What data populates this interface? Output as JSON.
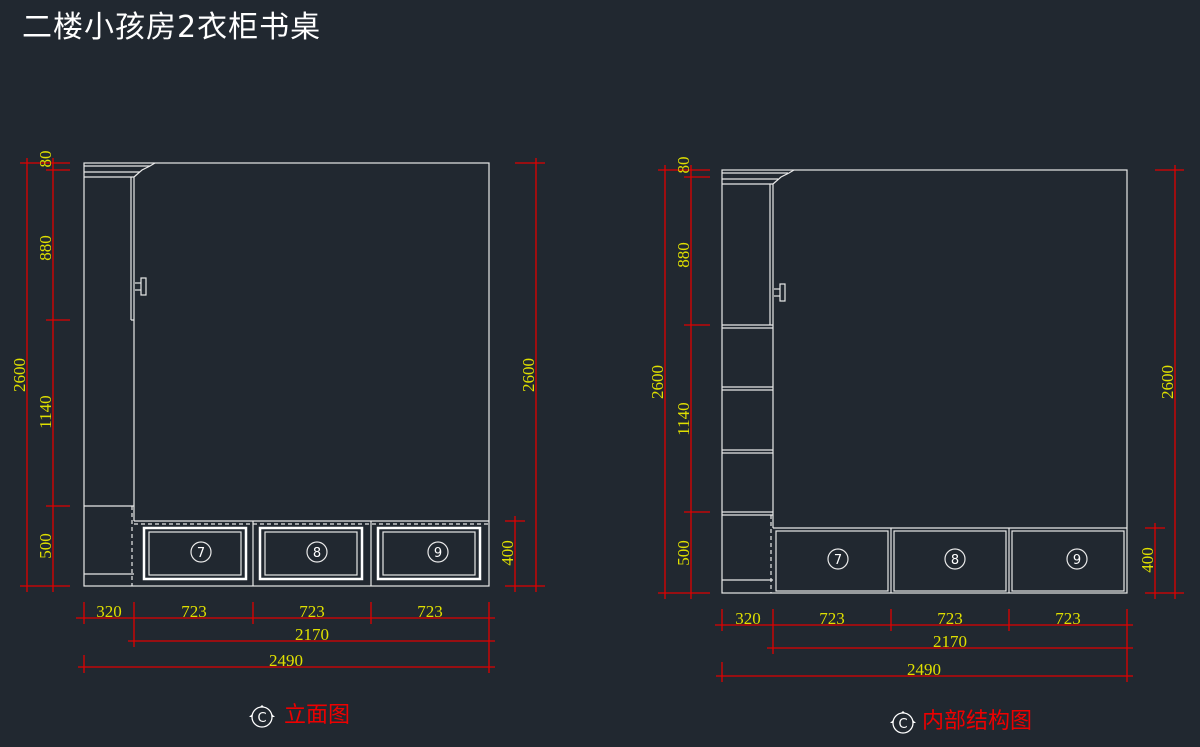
{
  "title": "二楼小孩房2衣柜书桌",
  "colors": {
    "background": "#212830",
    "lines": "#e8e8e8",
    "dimension_lines": "#e00000",
    "dimension_text": "#e0e000",
    "caption": "#ee0000"
  },
  "views": [
    {
      "caption": "立面图",
      "section_marker": "C",
      "drawer_numbers": [
        "7",
        "8",
        "9"
      ],
      "left_dims": {
        "overall": "2600",
        "segments": [
          "80",
          "880",
          "1140",
          "500"
        ]
      },
      "right_dims": {
        "overall": "2600",
        "drawer": "400"
      },
      "bottom_dims": {
        "segments": [
          "320",
          "723",
          "723",
          "723"
        ],
        "sub_total": "2170",
        "total": "2490"
      }
    },
    {
      "caption": "内部结构图",
      "section_marker": "C",
      "drawer_numbers": [
        "7",
        "8",
        "9"
      ],
      "left_dims": {
        "overall": "2600",
        "segments": [
          "80",
          "880",
          "1140",
          "500"
        ]
      },
      "right_dims": {
        "overall": "2600",
        "drawer": "400"
      },
      "bottom_dims": {
        "segments": [
          "320",
          "723",
          "723",
          "723"
        ],
        "sub_total": "2170",
        "total": "2490"
      }
    }
  ]
}
